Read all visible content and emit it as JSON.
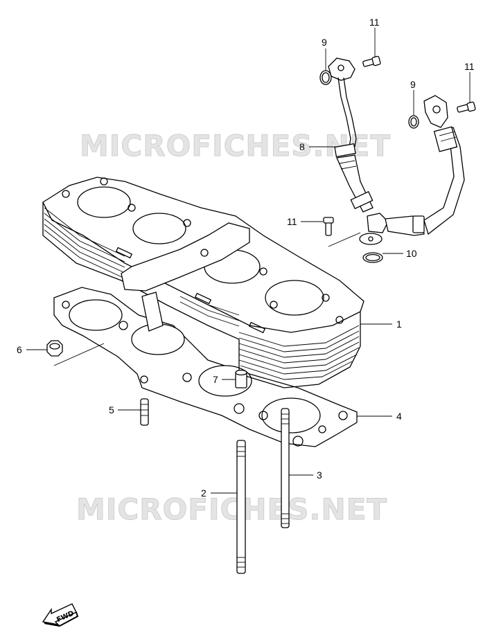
{
  "watermark": "MICROFICHES.NET",
  "direction_badge": "FWD",
  "callouts": {
    "p1": "1",
    "p2": "2",
    "p3": "3",
    "p4": "4",
    "p5": "5",
    "p6": "6",
    "p7": "7",
    "p8": "8",
    "p9a": "9",
    "p9b": "9",
    "p10": "10",
    "p11a": "11",
    "p11b": "11",
    "p11c": "11"
  }
}
